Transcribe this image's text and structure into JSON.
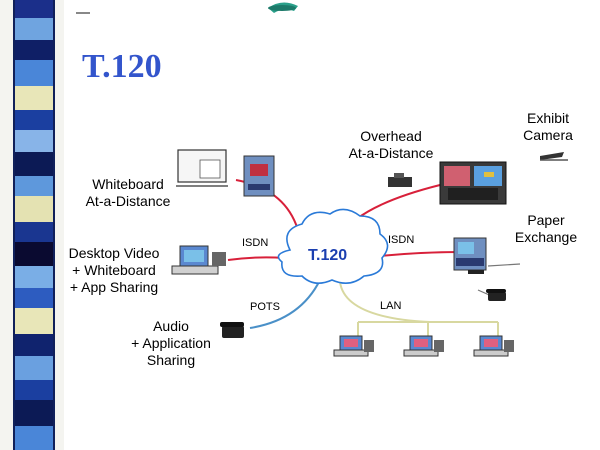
{
  "slide": {
    "title": "T.120",
    "cloud": "T.120",
    "nodes": {
      "whiteboard": "Whiteboard\nAt-a-Distance",
      "desktop": "Desktop Video\n+ Whiteboard\n+ App Sharing",
      "audio": "Audio\n+ Application\nSharing",
      "overhead": "Overhead\nAt-a-Distance",
      "exhibit": "Exhibit\nCamera",
      "paper": "Paper\nExchange"
    },
    "links": {
      "isdn_left": "ISDN",
      "isdn_right": "ISDN",
      "pots": "POTS",
      "lan": "LAN"
    }
  },
  "colors": {
    "title": "#3355cc",
    "cloud_text": "#1b3fb0",
    "isdn_line": "#d8203a",
    "pots_line": "#4a90c8",
    "lan_line": "#d8d8a0"
  }
}
